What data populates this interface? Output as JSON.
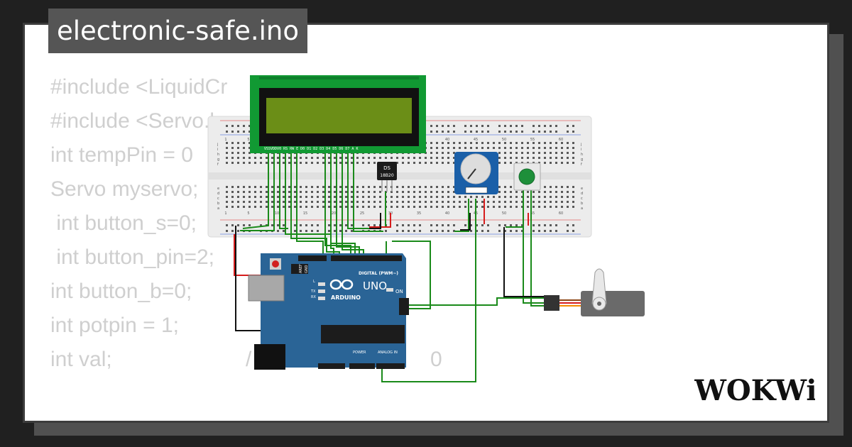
{
  "title": "electronic-safe.ino",
  "code_lines": [
    "#include <LiquidCr",
    "#include <Servo.h",
    "int tempPin = 0",
    "Servo myservo;",
    " int button_s=0;",
    " int button_pin=2;",
    "int button_b=0;",
    "int potpin = 1;",
    "int val;"
  ],
  "code_fragments": {
    "slash": "/",
    "zero": "0"
  },
  "breadboard_numbers": [
    "1",
    "5",
    "10",
    "15",
    "20",
    "25",
    "30",
    "35",
    "40",
    "45",
    "50",
    "55",
    "60"
  ],
  "breadboard_rows": [
    "j",
    "i",
    "h",
    "g",
    "f",
    "e",
    "d",
    "c",
    "b",
    "a"
  ],
  "lcd": {
    "pins": "VSSVDDV0 RS RW E  D0 D1 D2 D3 D4 D5 D6 D7 A  K"
  },
  "sensor": {
    "line1": "DS",
    "line2": "18B20"
  },
  "arduino": {
    "label_digital": "DIGITAL (PWM~)",
    "label_uno": "UNO",
    "label_brand": "ARDUINO",
    "label_on": "ON",
    "label_l": "L",
    "label_tx": "TX",
    "label_rx": "RX",
    "label_power": "POWER",
    "label_analog": "ANALOG IN",
    "label_aref": "AREF",
    "label_gnd": "GND"
  },
  "logo_text": "WOKWi",
  "colors": {
    "background": "#202020",
    "card": "#ffffff",
    "title_bg": "#555555",
    "code_text": "#cfcfcf",
    "lcd_green": "#119933",
    "lcd_screen": "#6b8e17",
    "arduino_blue": "#2a6496",
    "pot_blue": "#1a5fa8",
    "wire_green": "#1a8a1a",
    "wire_red": "#d61c1c",
    "wire_black": "#111111"
  }
}
